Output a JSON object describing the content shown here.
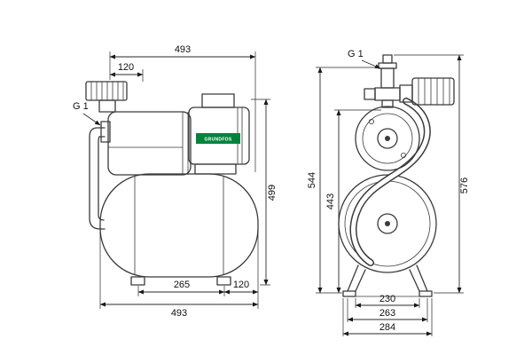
{
  "drawing": {
    "brand": "GRUNDFOS",
    "colors": {
      "line": "#3a3a3a",
      "brand_green": "#00843d"
    },
    "left_view": {
      "dims": {
        "overall_width_top": "493",
        "offset_top": "120",
        "port": "G 1",
        "height": "499",
        "leg_span": "265",
        "leg_offset": "120",
        "overall_width_bottom": "493"
      }
    },
    "right_view": {
      "dims": {
        "port": "G 1",
        "height_to_flange": "544",
        "height_to_pump_top": "443",
        "overall_height": "576",
        "base_inner_width": "230",
        "base_mid_width": "263",
        "base_outer_width": "284"
      }
    }
  }
}
